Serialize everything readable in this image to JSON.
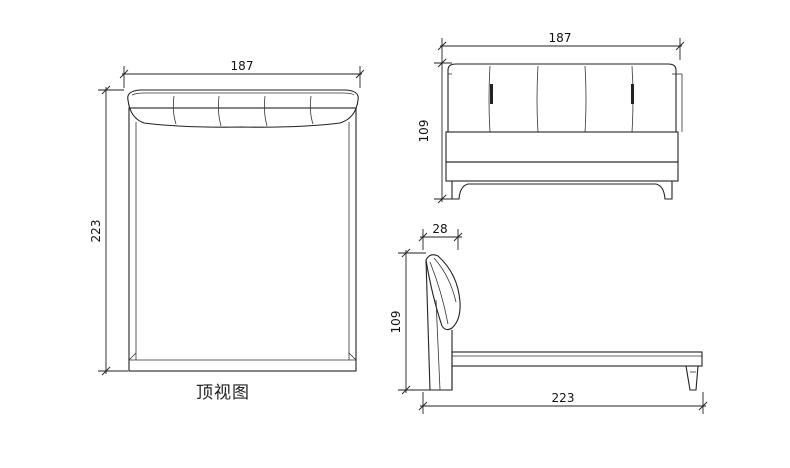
{
  "top_view": {
    "width_label": "187",
    "length_label": "223",
    "caption": "顶视图"
  },
  "front_view": {
    "width_label": "187",
    "height_label": "109"
  },
  "side_view": {
    "headboard_depth_label": "28",
    "height_label": "109",
    "length_label": "223"
  }
}
